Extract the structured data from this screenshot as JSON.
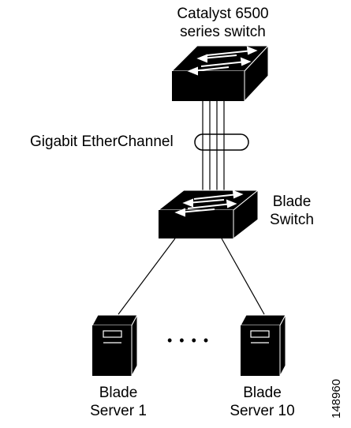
{
  "nodes": {
    "core_switch": {
      "line1": "Catalyst 6500",
      "line2": "series switch"
    },
    "blade_switch": {
      "line1": "Blade",
      "line2": "Switch"
    },
    "server_first": {
      "line1": "Blade",
      "line2": "Server 1"
    },
    "server_last": {
      "line1": "Blade",
      "line2": "Server 10"
    }
  },
  "links": {
    "etherchannel_label": "Gigabit EtherChannel"
  },
  "ellipsis": "• • • •",
  "figure_id": "148960"
}
